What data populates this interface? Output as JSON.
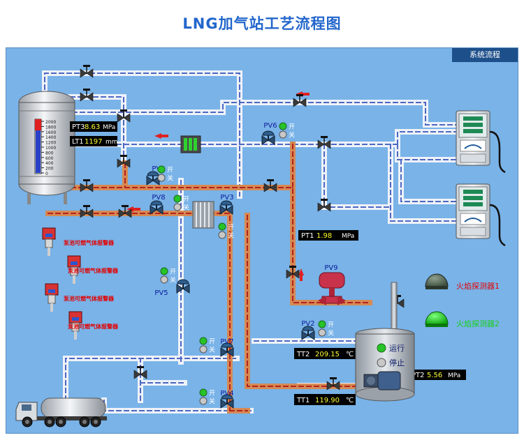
{
  "title": "LNG加气站工艺流程图",
  "tab_label": "系统流程",
  "colors": {
    "panel_bg": "#79b3e8",
    "pipe_white": "#eef2f8",
    "pipe_dash": "#4d67c4",
    "pipe_copper": "#d68a52",
    "pipe_copper_dash": "#b42020",
    "lamp_on": "#27c327",
    "lamp_off": "#c8c8c8",
    "readout_bg": "#000000",
    "readout_value": "#ffff33",
    "detector_idle": "#4d6a4d",
    "detector_active": "#19c919",
    "alarm_label": "#e40000",
    "flame_label_1": "#e40000",
    "flame_label_2": "#16d016"
  },
  "state_labels": {
    "open": "开",
    "closed": "关"
  },
  "tank": {
    "level_scale": [
      "2000",
      "1800",
      "1600",
      "1400",
      "1200",
      "1000",
      "800",
      "600",
      "400",
      "200",
      "0"
    ],
    "pt3": {
      "tag": "PT3",
      "value": "8.63",
      "unit": "MPa"
    },
    "lt1": {
      "tag": "LT1",
      "value": "1197",
      "unit": "mm"
    }
  },
  "valves": {
    "pv1": "PV1",
    "pv2": "PV2",
    "pv3": "PV3",
    "pv4": "PV4",
    "pv5": "PV5",
    "pv6": "PV6",
    "pv7": "PV7",
    "pv8": "PV8",
    "pv9": "PV9"
  },
  "readouts": {
    "pt1": {
      "tag": "PT1",
      "value": "1.98",
      "unit": "MPa"
    },
    "pt2": {
      "tag": "PT2",
      "value": "5.56",
      "unit": "MPa"
    },
    "tt1": {
      "tag": "TT1",
      "value": "119.90",
      "unit": "℃"
    },
    "tt2": {
      "tag": "TT2",
      "value": "209.15",
      "unit": "℃"
    }
  },
  "pump": {
    "run": "运行",
    "stop": "停止"
  },
  "gas_alarms": [
    "泵池可燃气体报警器",
    "泵池可燃气体报警器",
    "泵池可燃气体报警器",
    "泵池可燃气体报警器"
  ],
  "flame_detectors": [
    "火焰探测器1",
    "火焰探测器2"
  ]
}
